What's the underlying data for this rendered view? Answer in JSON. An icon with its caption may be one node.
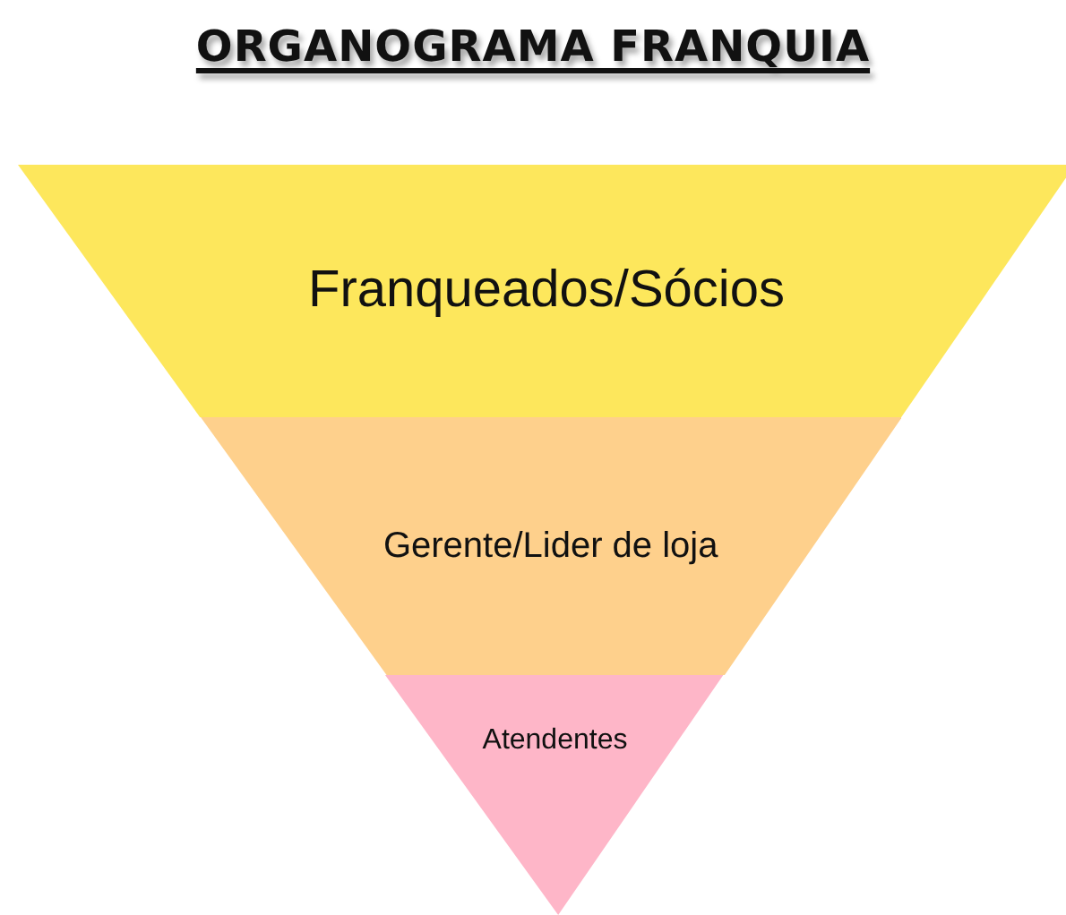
{
  "diagram": {
    "title": "ORGANOGRAMA FRANQUIA",
    "nodes": [
      {
        "text": [
          "Franqueados/Sócios"
        ]
      },
      {
        "text": [
          "Gerente/Lider de loja"
        ]
      },
      {
        "text": [
          "Atendentes"
        ]
      }
    ]
  }
}
